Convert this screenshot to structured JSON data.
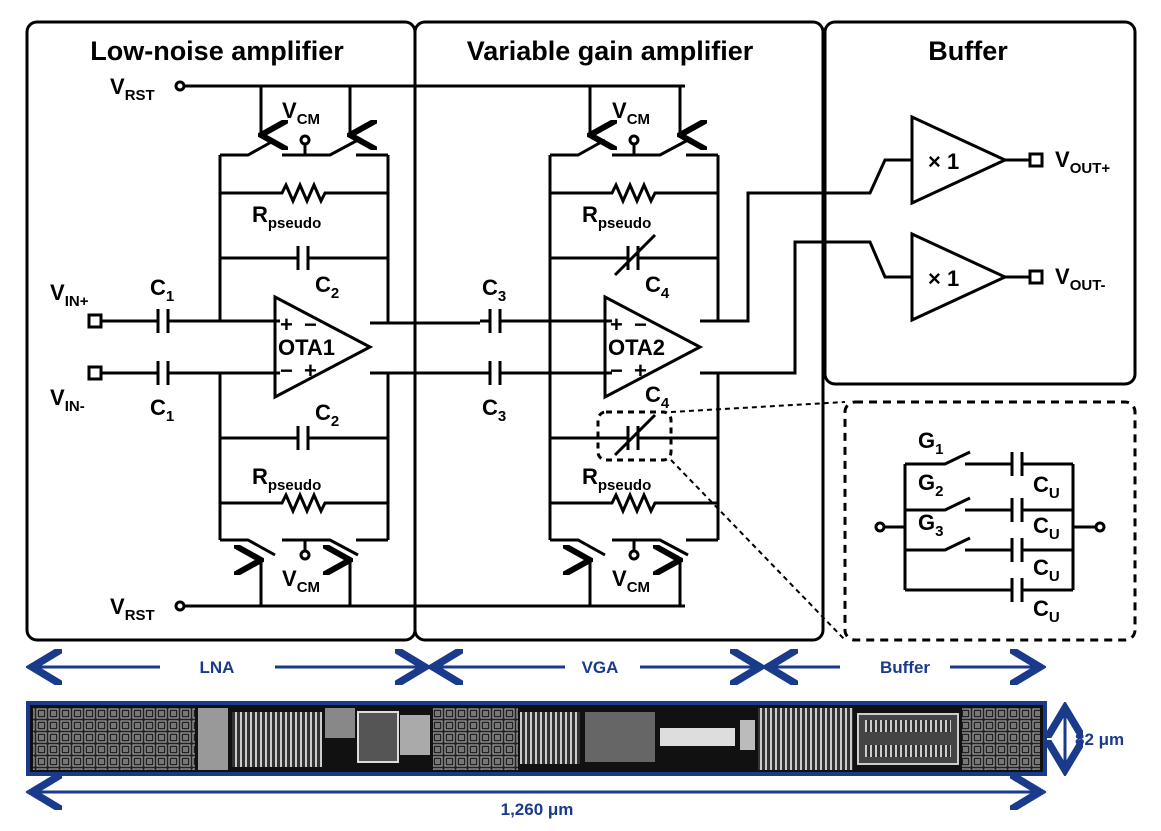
{
  "blocks": {
    "lna_title": "Low-noise amplifier",
    "vga_title": "Variable gain amplifier",
    "buffer_title": "Buffer"
  },
  "labels": {
    "vrst_main": "V",
    "vrst_sub": "RST",
    "vcm_main": "V",
    "vcm_sub": "CM",
    "rpseudo_main": "R",
    "rpseudo_sub": "pseudo",
    "c1_main": "C",
    "c1_sub": "1",
    "c2_main": "C",
    "c2_sub": "2",
    "c3_main": "C",
    "c3_sub": "3",
    "c4_main": "C",
    "c4_sub": "4",
    "vinp_main": "V",
    "vinp_sub": "IN+",
    "vinn_main": "V",
    "vinn_sub": "IN-",
    "ota1": "OTA1",
    "ota2": "OTA2",
    "buf_gain": "× 1",
    "voutp_main": "V",
    "voutp_sub": "OUT+",
    "voutn_main": "V",
    "voutn_sub": "OUT-",
    "plus": "+",
    "minus": "−",
    "g1_main": "G",
    "g1_sub": "1",
    "g2_main": "G",
    "g2_sub": "2",
    "g3_main": "G",
    "g3_sub": "3",
    "cu_main": "C",
    "cu_sub": "U"
  },
  "dimensions": {
    "lna": "LNA",
    "vga": "VGA",
    "buffer": "Buffer",
    "height": "82 μm",
    "width": "1,260 μm"
  },
  "colors": {
    "line": "#000000",
    "dimension": "#1a3a8c",
    "layout_bg": "#111111",
    "layout_border": "#1a3a8c"
  }
}
